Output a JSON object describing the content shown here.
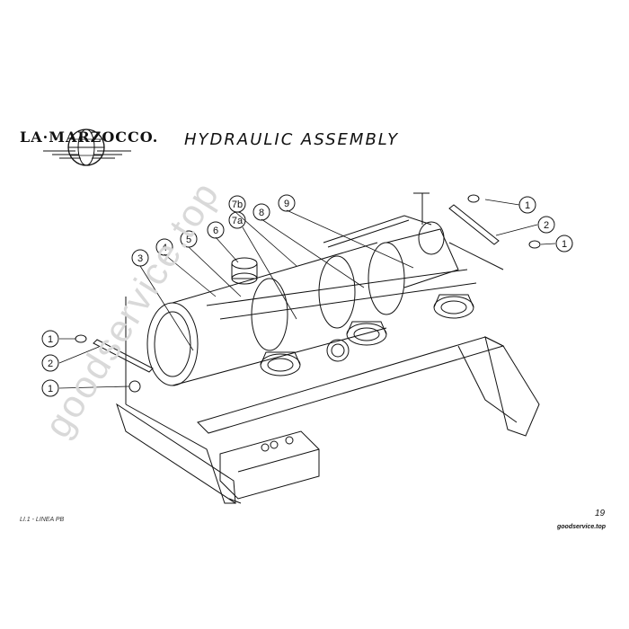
{
  "brand": {
    "logo_text": "LA·MARZOCCO."
  },
  "title": "HYDRAULIC ASSEMBLY",
  "callouts": [
    "1",
    "2",
    "1",
    "1",
    "2",
    "1",
    "3",
    "4",
    "5",
    "6",
    "7b",
    "7a",
    "8",
    "9"
  ],
  "footer": {
    "model": "LI.1 - LINEA PB",
    "page_number": "19",
    "site": "goodservice.top"
  },
  "watermark": "goodservice.top",
  "colors": {
    "ink": "#111111",
    "paper": "#ffffff",
    "watermark": "#d9d9d9"
  }
}
